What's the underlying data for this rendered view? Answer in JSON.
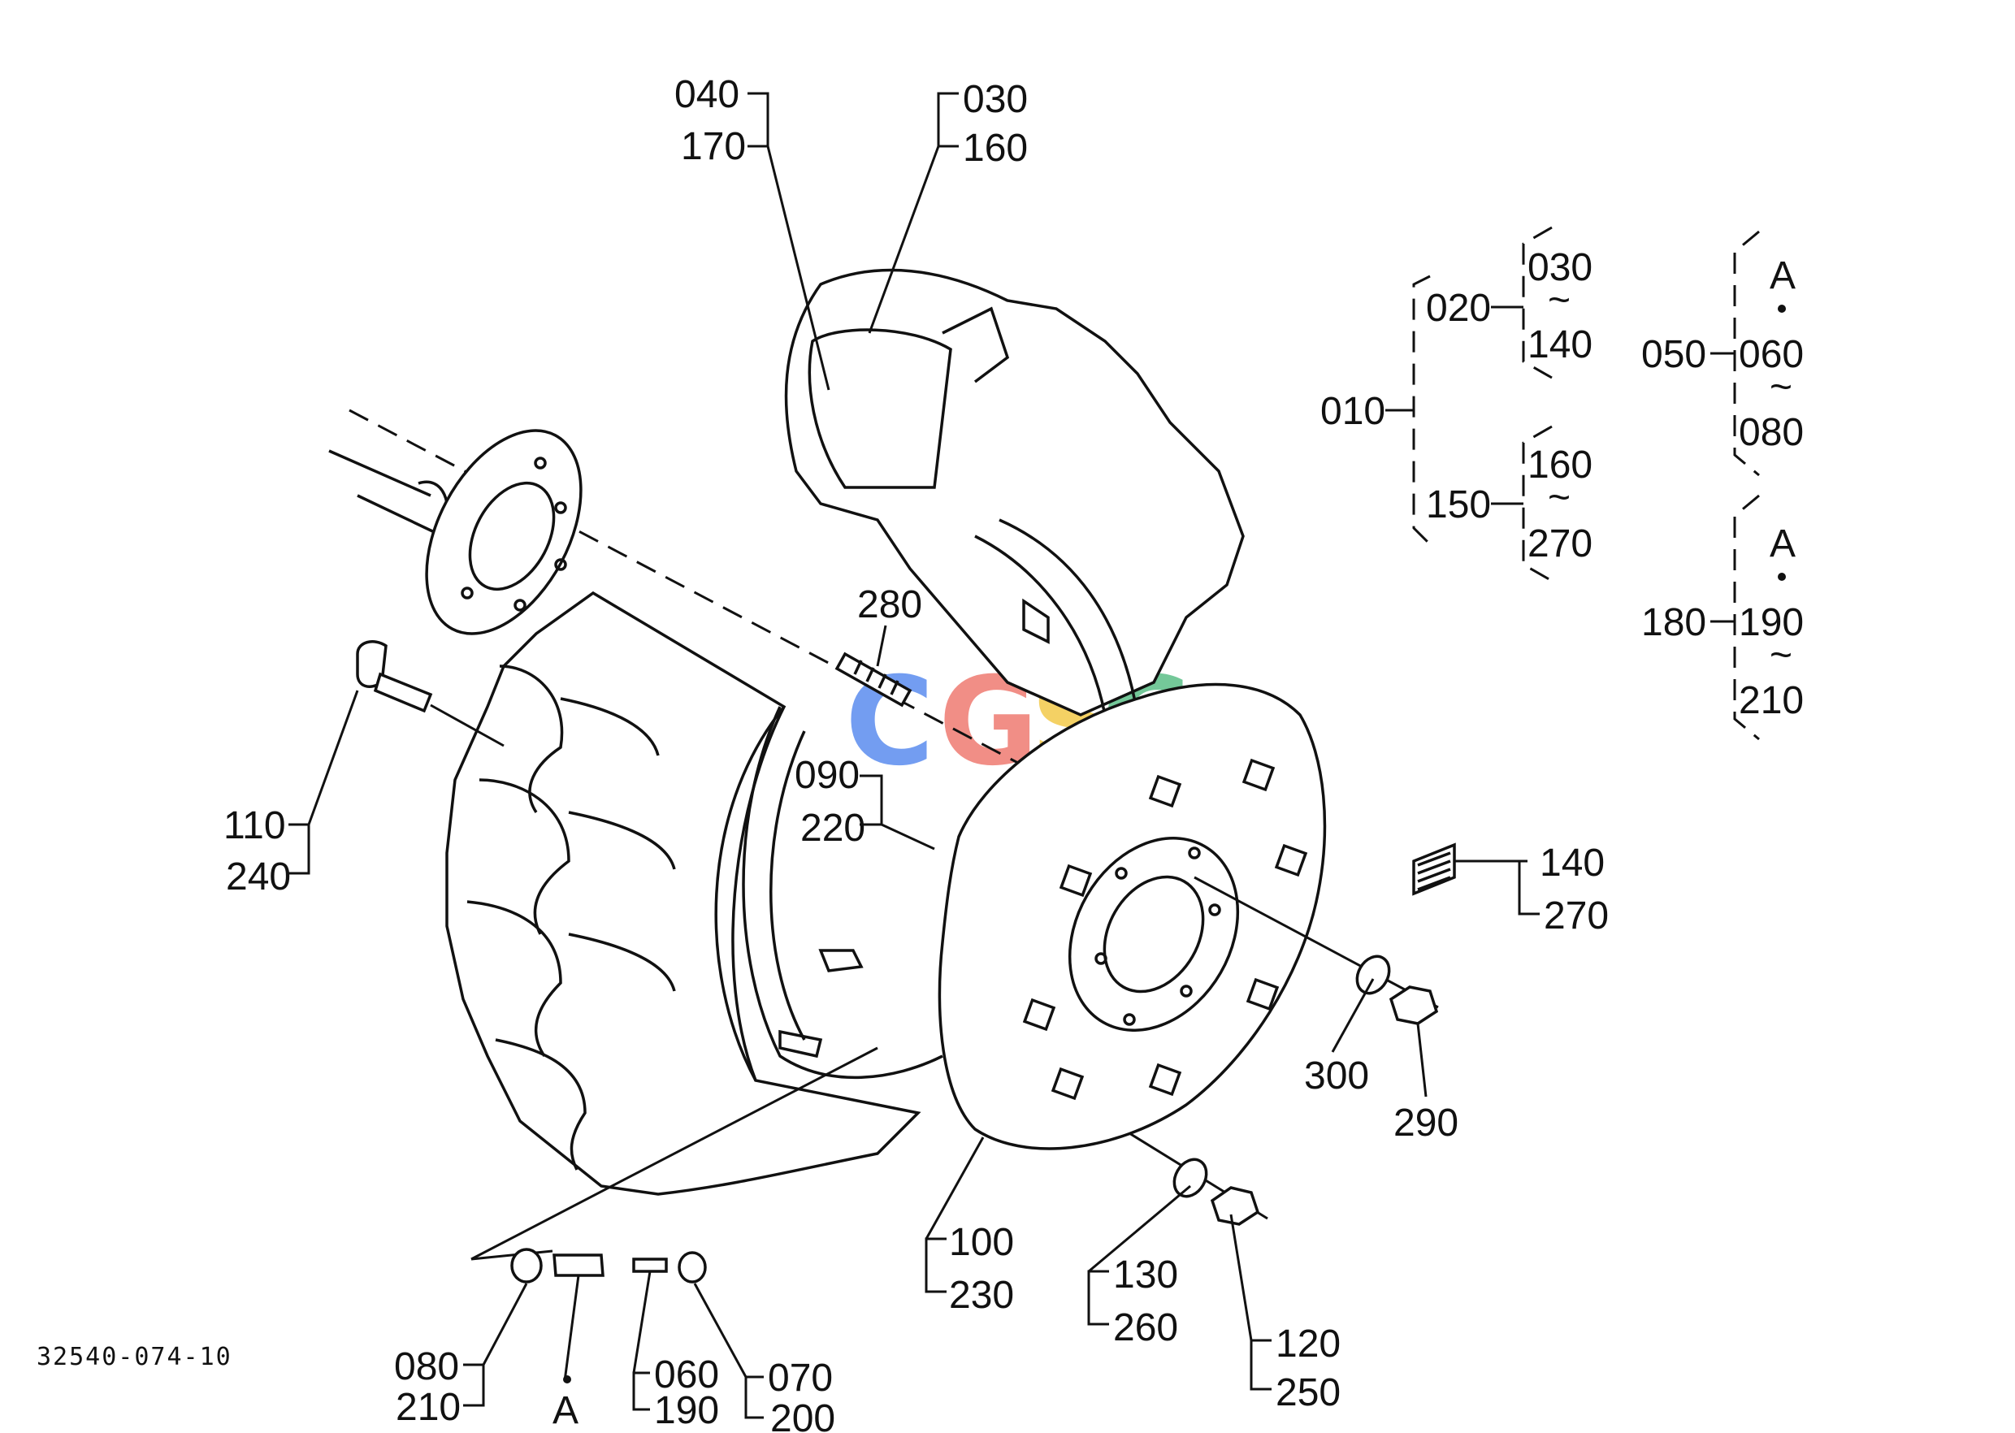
{
  "drawing_code": "32540-074-10",
  "watermark": {
    "text": "CGSC",
    "colors": [
      "#5b8def",
      "#ef7b72",
      "#f3c94a",
      "#5cbf88"
    ]
  },
  "callouts": {
    "tire_left": [
      "040",
      "170"
    ],
    "tube_right": [
      "030",
      "160"
    ],
    "stud": "280",
    "flap": [
      "090",
      "220"
    ],
    "bolt": [
      "110",
      "240"
    ],
    "wheel_disc": [
      "100",
      "230"
    ],
    "washer_lower": [
      "130",
      "260"
    ],
    "nut_lower": [
      "120",
      "250"
    ],
    "washer_right": "300",
    "nut_right": "290",
    "label_plate": [
      "140",
      "270"
    ],
    "valve_cap_left": [
      "080",
      "210"
    ],
    "valve_a": "A",
    "valve_core": [
      "060",
      "190"
    ],
    "valve_cap_right": [
      "070",
      "200"
    ]
  },
  "assembly_tree": {
    "root": "010",
    "sub_upper": {
      "code": "020",
      "range_from": "030",
      "range_to": "140"
    },
    "sub_lower": {
      "code": "150",
      "range_from": "160",
      "range_to": "270"
    },
    "valve_group_1": {
      "code": "050",
      "marker": "A",
      "range_from": "060",
      "range_to": "080"
    },
    "valve_group_2": {
      "code": "180",
      "marker": "A",
      "range_from": "190",
      "range_to": "210"
    },
    "tilde": "~"
  }
}
